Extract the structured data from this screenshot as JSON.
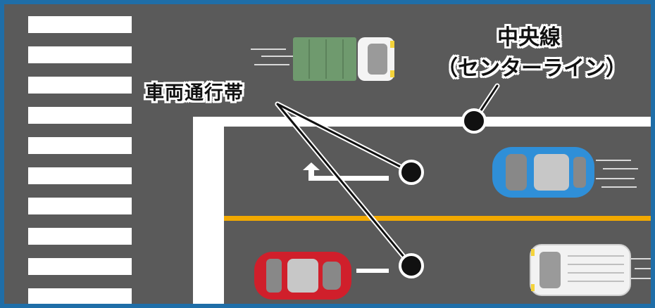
{
  "labels": {
    "lane": "車両通行帯",
    "center_line_title": "中央線",
    "center_line_sub": "（センターライン）"
  },
  "colors": {
    "frame": "#1f6ea8",
    "asphalt": "#5a5a5a",
    "center_line": "#f2a900",
    "truck_cargo": "#6f9a6e",
    "blue_car": "#2f8fd8",
    "red_car": "#d01f2b",
    "white_van": "#f2f2f2"
  }
}
